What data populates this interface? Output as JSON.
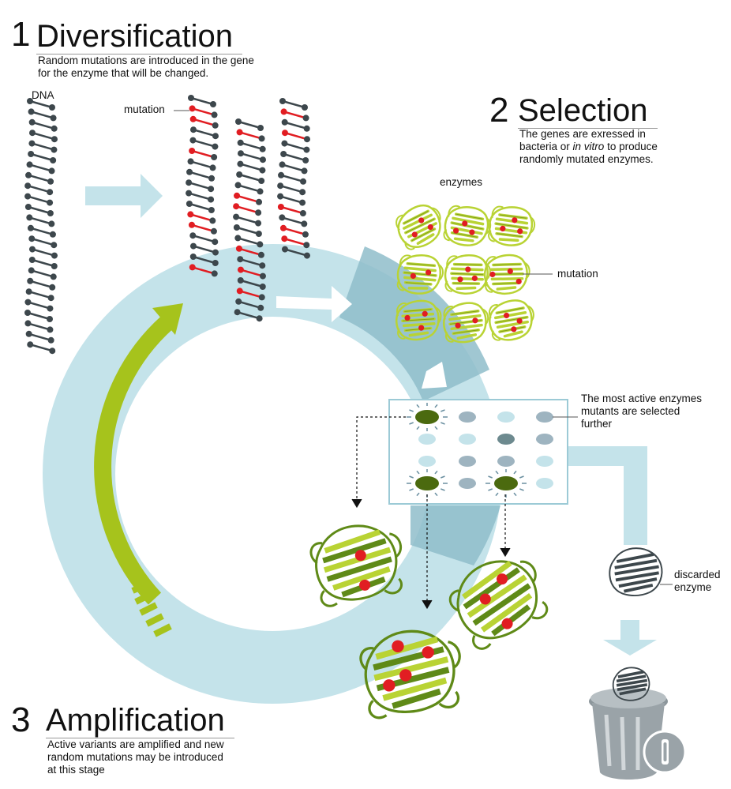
{
  "steps": [
    {
      "number": "1",
      "title": "Diversification",
      "desc_lines": [
        "Random mutations are introduced in the gene",
        "for the enzyme that will be changed."
      ]
    },
    {
      "number": "2",
      "title": "Selection",
      "desc_line1": "The genes are exressed in",
      "desc_line2_pre": "bacteria or ",
      "desc_line2_italic": "in vitro",
      "desc_line2_post": " to produce",
      "desc_line3": "randomly mutated enzymes."
    },
    {
      "number": "3",
      "title": "Amplification",
      "desc_lines": [
        "Active variants are amplified and new",
        "random mutations may be introduced",
        "at this stage"
      ]
    }
  ],
  "labels": {
    "dna": "DNA",
    "mutation_dna": "mutation",
    "enzymes": "enzymes",
    "mutation_enzyme": "mutation",
    "most_active": [
      "The most active enzymes",
      "mutants are selected",
      "further"
    ],
    "discarded": [
      "discarded",
      "enzyme"
    ]
  },
  "colors": {
    "cycle": "#c4e3ea",
    "cycle_dark": "#8fbdca",
    "dna": "#3d474c",
    "mutation": "#e11d22",
    "enzyme_light": "#b9d334",
    "enzyme_dark": "#5f8a17",
    "amplify_arrow": "#a6c31c",
    "bin": "#9aa3a8"
  },
  "icons": [
    "dna-strand-icon",
    "enzyme-icon",
    "trash-bin-icon",
    "arrow-icon"
  ]
}
